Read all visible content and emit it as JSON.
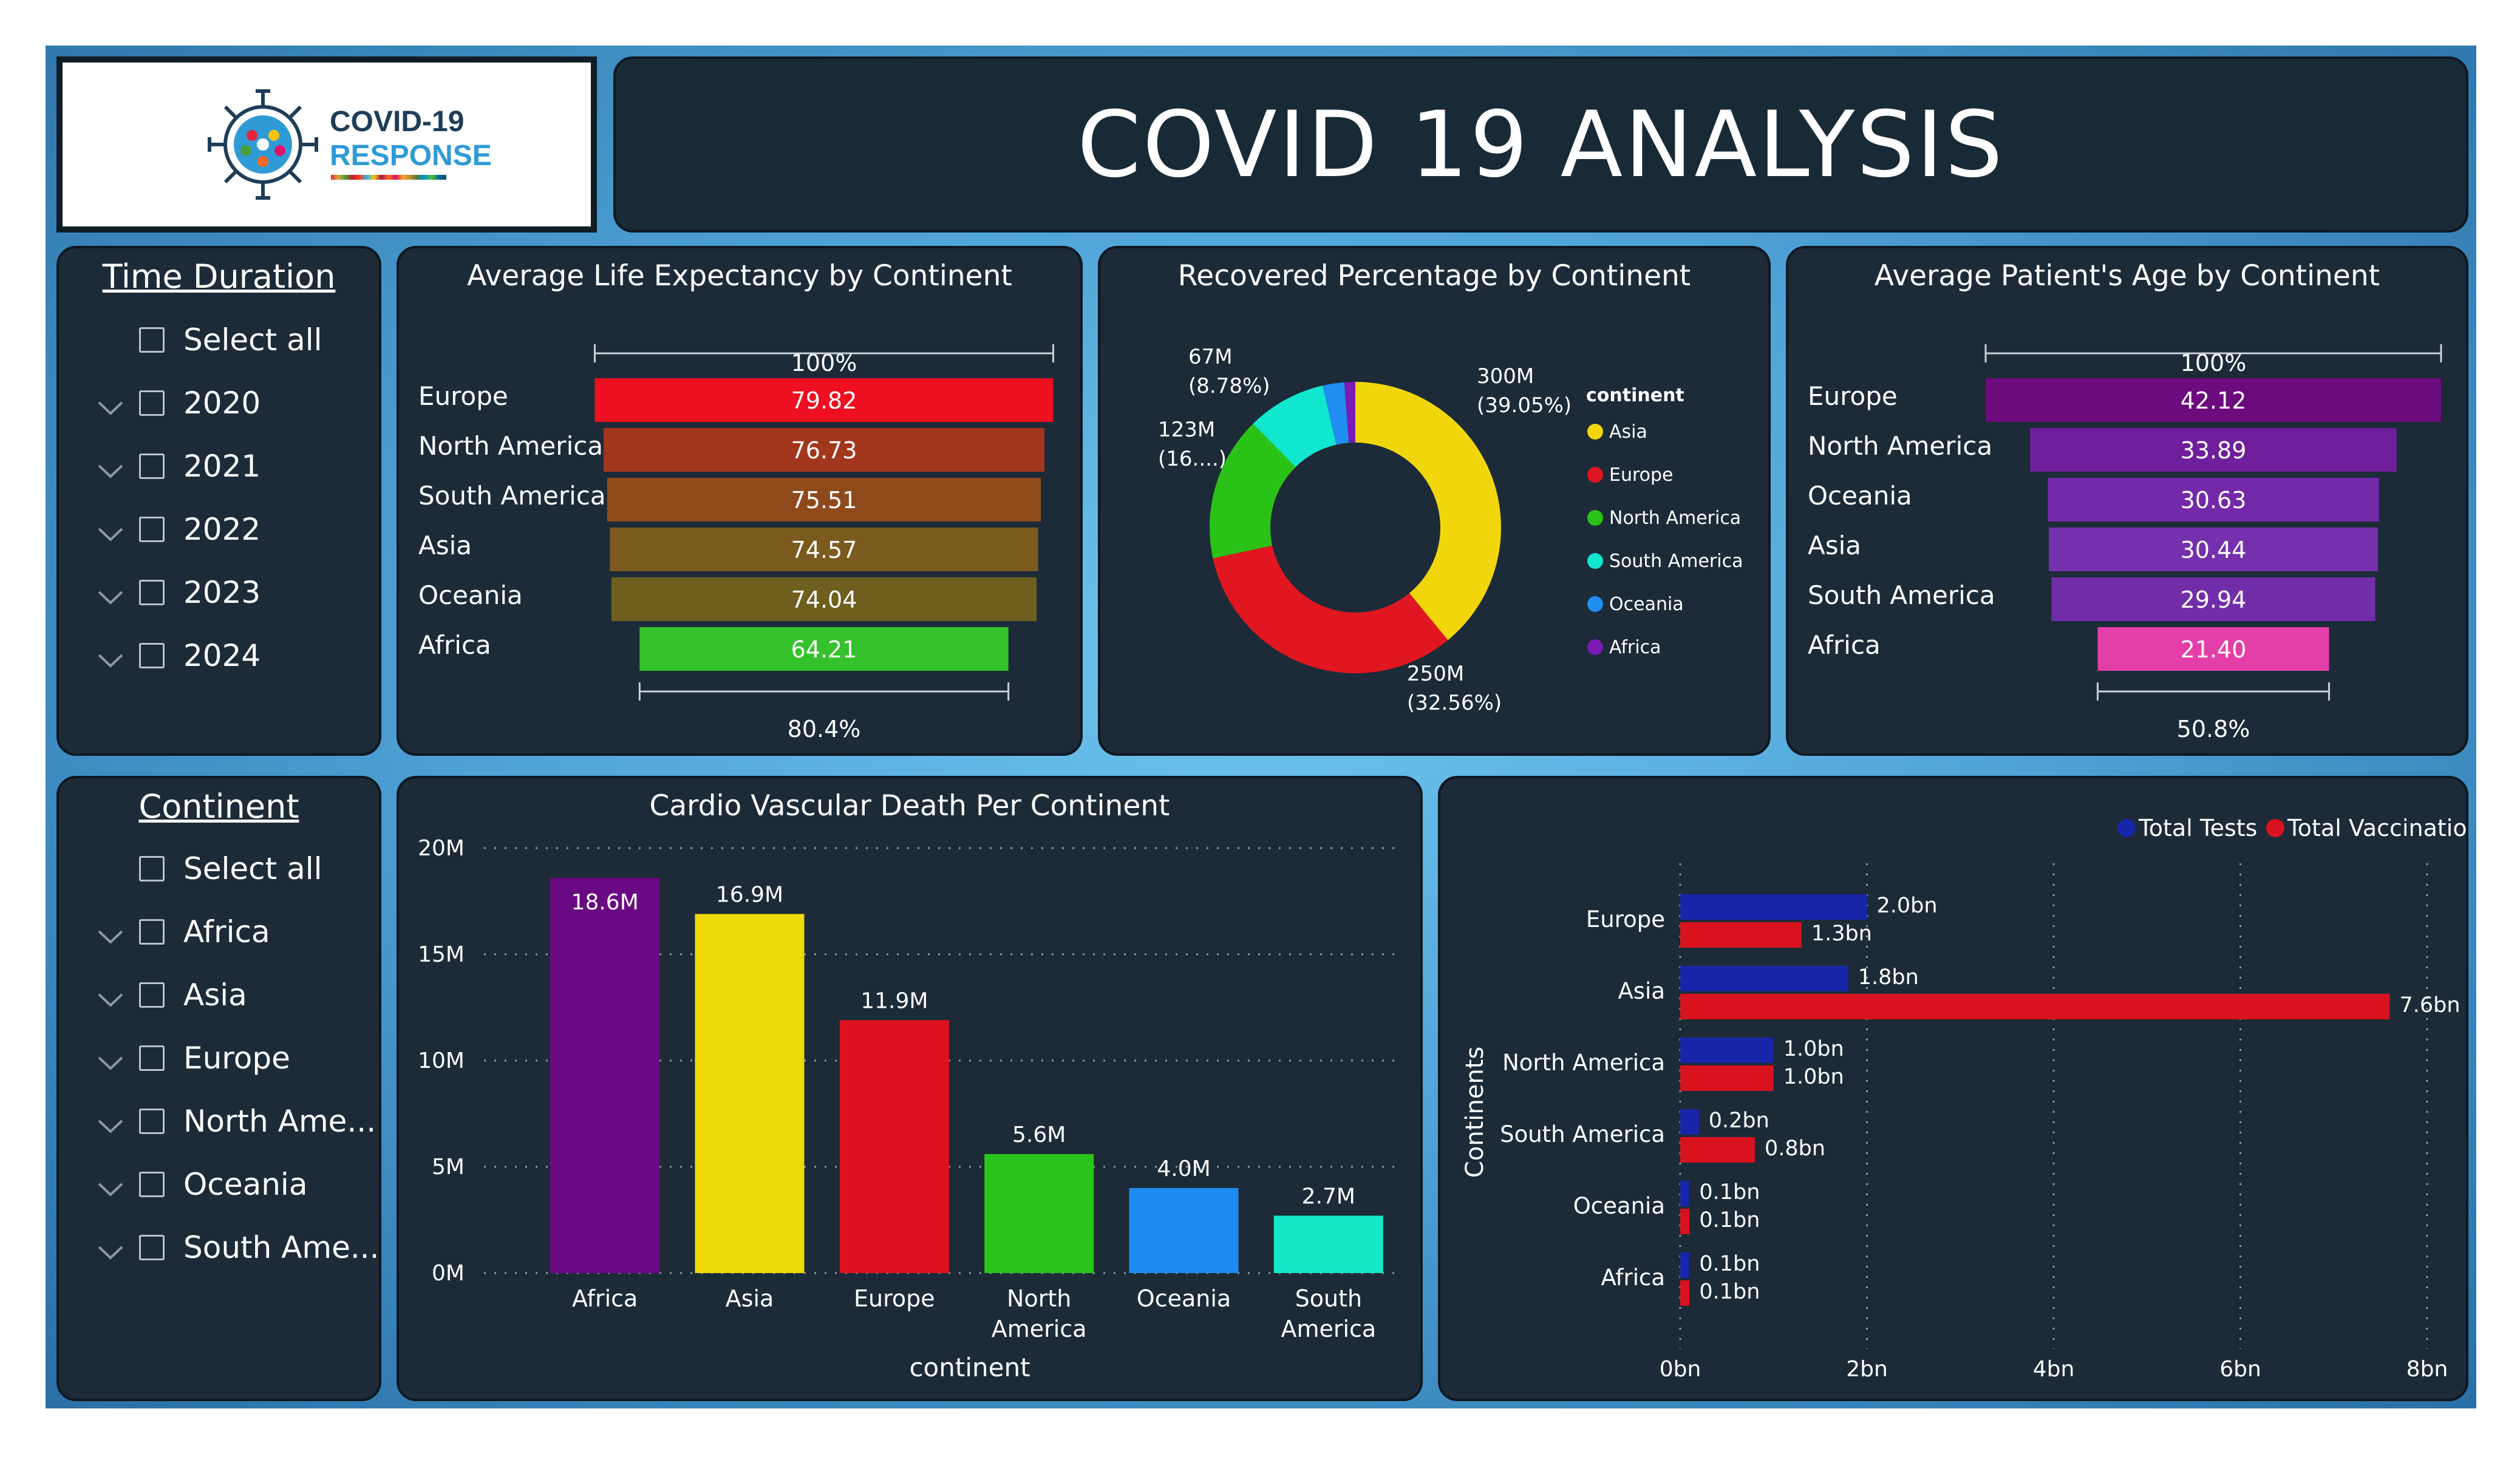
{
  "header": {
    "title": "COVID 19 ANALYSIS",
    "logo_line1": "COVID-19",
    "logo_line2": "RESPONSE"
  },
  "time_slicer": {
    "title": "Time Duration",
    "items": [
      {
        "label": "Select all",
        "expandable": false
      },
      {
        "label": "2020",
        "expandable": true
      },
      {
        "label": "2021",
        "expandable": true
      },
      {
        "label": "2022",
        "expandable": true
      },
      {
        "label": "2023",
        "expandable": true
      },
      {
        "label": "2024",
        "expandable": true
      }
    ]
  },
  "continent_slicer": {
    "title": "Continent",
    "items": [
      {
        "label": "Select all",
        "expandable": false
      },
      {
        "label": "Africa",
        "expandable": true
      },
      {
        "label": "Asia",
        "expandable": true
      },
      {
        "label": "Europe",
        "expandable": true
      },
      {
        "label": "North Ame...",
        "expandable": true
      },
      {
        "label": "Oceania",
        "expandable": true
      },
      {
        "label": "South Ame...",
        "expandable": true
      }
    ]
  },
  "life_expectancy": {
    "title": "Average Life Expectancy by Continent",
    "top_label": "100%",
    "bottom_label": "80.4%",
    "rows": [
      {
        "label": "Europe",
        "value": 79.82,
        "display": "79.82",
        "color": "#ee0f20"
      },
      {
        "label": "North America",
        "value": 76.73,
        "display": "76.73",
        "color": "#a2371e"
      },
      {
        "label": "South America",
        "value": 75.51,
        "display": "75.51",
        "color": "#8f4a1c"
      },
      {
        "label": "Asia",
        "value": 74.57,
        "display": "74.57",
        "color": "#7b5a1e"
      },
      {
        "label": "Oceania",
        "value": 74.04,
        "display": "74.04",
        "color": "#6e5f1f"
      },
      {
        "label": "Africa",
        "value": 64.21,
        "display": "64.21",
        "color": "#35c12c"
      }
    ]
  },
  "recovered": {
    "title": "Recovered Percentage by Continent",
    "legend_title": "continent",
    "slices": [
      {
        "label": "Asia",
        "value": 39.05,
        "color": "#f2d60c"
      },
      {
        "label": "Europe",
        "value": 32.56,
        "color": "#e01620"
      },
      {
        "label": "North America",
        "value": 16.0,
        "color": "#2bc217"
      },
      {
        "label": "South America",
        "value": 8.78,
        "color": "#11e6cf"
      },
      {
        "label": "Oceania",
        "value": 2.4,
        "color": "#1f8ef0"
      },
      {
        "label": "Africa",
        "value": 1.21,
        "color": "#7a1bb3"
      }
    ],
    "annotations": [
      {
        "line1": "300M",
        "line2": "(39.05%)"
      },
      {
        "line1": "250M",
        "line2": "(32.56%)"
      },
      {
        "line1": "123M",
        "line2": "(16....)"
      },
      {
        "line1": "67M",
        "line2": "(8.78%)"
      }
    ]
  },
  "patient_age": {
    "title": "Average Patient's Age by Continent",
    "top_label": "100%",
    "bottom_label": "50.8%",
    "rows": [
      {
        "label": "Europe",
        "value": 42.12,
        "display": "42.12",
        "color": "#6c0b7d"
      },
      {
        "label": "North America",
        "value": 33.89,
        "display": "33.89",
        "color": "#6f1e9c"
      },
      {
        "label": "Oceania",
        "value": 30.63,
        "display": "30.63",
        "color": "#7329aa"
      },
      {
        "label": "Asia",
        "value": 30.44,
        "display": "30.44",
        "color": "#7430ad"
      },
      {
        "label": "South America",
        "value": 29.94,
        "display": "29.94",
        "color": "#722ea9"
      },
      {
        "label": "Africa",
        "value": 21.4,
        "display": "21.40",
        "color": "#e43fa8"
      }
    ]
  },
  "chart_data": [
    {
      "type": "bar",
      "title": "Cardio Vascular Death Per Continent",
      "xlabel": "continent",
      "ylabel": "",
      "categories": [
        "Africa",
        "Asia",
        "Europe",
        "North America",
        "Oceania",
        "South America"
      ],
      "category_lines": [
        [
          "Africa"
        ],
        [
          "Asia"
        ],
        [
          "Europe"
        ],
        [
          "North",
          "America"
        ],
        [
          "Oceania"
        ],
        [
          "South",
          "America"
        ]
      ],
      "values": [
        18.6,
        16.9,
        11.9,
        5.6,
        4.0,
        2.7
      ],
      "value_labels": [
        "18.6M",
        "16.9M",
        "11.9M",
        "5.6M",
        "4.0M",
        "2.7M"
      ],
      "colors": [
        "#6a0a82",
        "#eed90a",
        "#de121f",
        "#2bc41a",
        "#1d8bf2",
        "#13e8c7"
      ],
      "ylim": [
        0,
        20
      ],
      "yticks": [
        "0M",
        "5M",
        "10M",
        "15M",
        "20M"
      ],
      "unit": "M"
    },
    {
      "type": "bar",
      "orientation": "horizontal",
      "title": "",
      "ylabel": "Continents",
      "xlabel": "",
      "categories": [
        "Europe",
        "Asia",
        "North America",
        "South America",
        "Oceania",
        "Africa"
      ],
      "series": [
        {
          "name": "Total Tests",
          "color": "#1726a8",
          "values": [
            2.0,
            1.8,
            1.0,
            0.2,
            0.1,
            0.1
          ],
          "labels": [
            "2.0bn",
            "1.8bn",
            "1.0bn",
            "0.2bn",
            "0.1bn",
            "0.1bn"
          ]
        },
        {
          "name": "Total Vaccinations",
          "color": "#d9121f",
          "values": [
            1.3,
            7.6,
            1.0,
            0.8,
            0.1,
            0.1
          ],
          "labels": [
            "1.3bn",
            "7.6bn",
            "1.0bn",
            "0.8bn",
            "0.1bn",
            "0.1bn"
          ]
        }
      ],
      "xlim": [
        0,
        8
      ],
      "xticks": [
        "0bn",
        "2bn",
        "4bn",
        "6bn",
        "8bn"
      ],
      "legend": "top-right"
    }
  ]
}
